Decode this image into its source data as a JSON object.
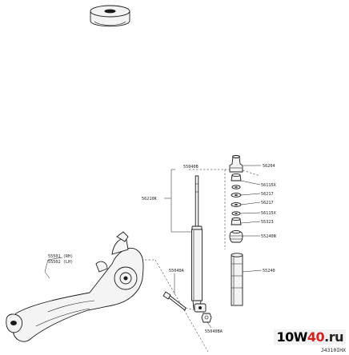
{
  "diagram": {
    "labels": {
      "p55040b": "55040B",
      "p56204": "56204",
      "p56115x_a": "56115X",
      "p56217_a": "56217",
      "p56217_b": "56217",
      "p56115x_b": "56115X",
      "p55323": "55323",
      "p55240n": "55240N",
      "p55240": "55240",
      "p56210k": "56210K",
      "p55040a": "55040A",
      "p55040ba": "55040BA",
      "p55501": "55501 (RH)",
      "p55502": "55502 (LH)"
    },
    "figure_code": "J4310IHX"
  },
  "watermark": {
    "part1": "10W",
    "part2": "40",
    "part3": ".ru"
  }
}
